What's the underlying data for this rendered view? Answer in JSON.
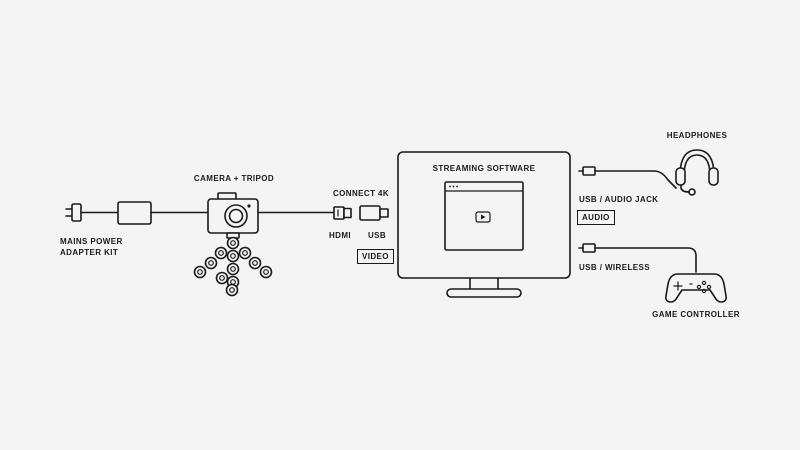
{
  "labels": {
    "mains_power": "MAINS POWER\nADAPTER KIT",
    "camera_tripod": "CAMERA + TRIPOD",
    "connect_4k": "CONNECT 4K",
    "hdmi": "HDMI",
    "usb": "USB",
    "video": "VIDEO",
    "streaming_software": "STREAMING SOFTWARE",
    "headphones": "HEADPHONES",
    "usb_audio_jack": "USB / AUDIO JACK",
    "audio": "AUDIO",
    "usb_wireless": "USB / WIRELESS",
    "game_controller": "GAME CONTROLLER"
  },
  "colors": {
    "background": "#f4f4f4",
    "line": "#1a1a1a"
  },
  "icons": [
    "power-plug-icon",
    "power-adapter-icon",
    "camera-icon",
    "tripod-icon",
    "hdmi-plug-icon",
    "usb-plug-icon",
    "monitor-icon",
    "browser-window-icon",
    "play-icon",
    "headset-icon",
    "gamepad-icon"
  ]
}
